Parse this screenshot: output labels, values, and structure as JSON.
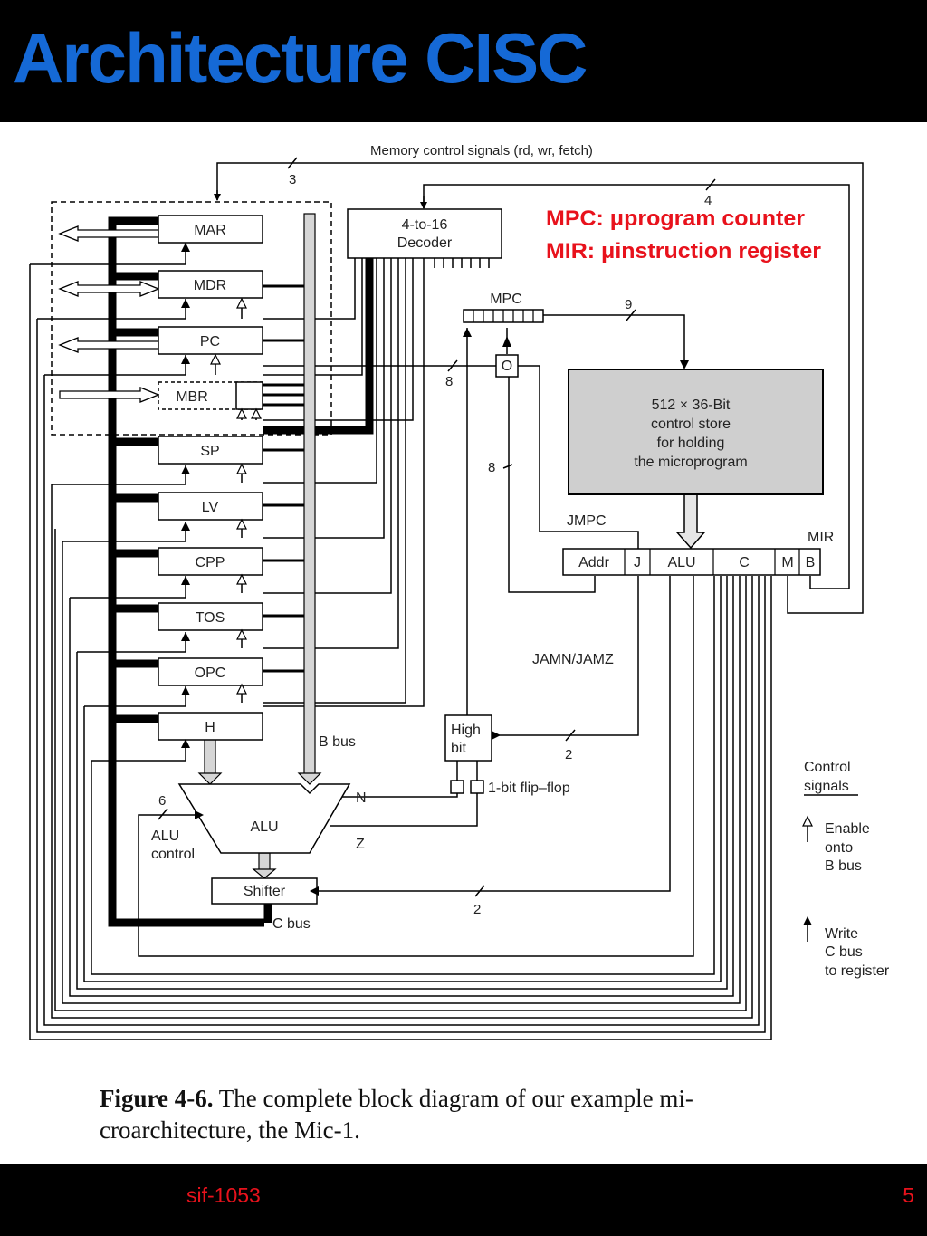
{
  "slide": {
    "title": "Architecture CISC",
    "footer_left": "sif-1053",
    "page_number": "5"
  },
  "annotation": {
    "mpc": "MPC: μprogram counter",
    "mir": "MIR: μinstruction register",
    "color": "#e8121c"
  },
  "caption": {
    "label": "Figure 4-6.",
    "text": "The complete block diagram of our example mi-croarchitecture, the Mic-1."
  },
  "diagram": {
    "memory_control": "Memory control signals (rd, wr, fetch)",
    "registers": [
      "MAR",
      "MDR",
      "PC",
      "MBR",
      "SP",
      "LV",
      "CPP",
      "TOS",
      "OPC",
      "H"
    ],
    "decoder": [
      "4-to-16",
      "Decoder"
    ],
    "mpc": "MPC",
    "or_gate": "O",
    "control_store": [
      "512 × 36-Bit",
      "control store",
      "for holding",
      "the microprogram"
    ],
    "jmpc": "JMPC",
    "mir": "MIR",
    "mir_fields": [
      "Addr",
      "J",
      "ALU",
      "C",
      "M",
      "B"
    ],
    "jamn_jamz": "JAMN/JAMZ",
    "high_bit": [
      "High",
      "bit"
    ],
    "flip_flop": "1-bit flip–flop",
    "b_bus": "B bus",
    "c_bus": "C bus",
    "alu": "ALU",
    "alu_control": [
      "ALU",
      "control"
    ],
    "shifter": "Shifter",
    "n": "N",
    "z": "Z",
    "bus_widths": {
      "mem": "3",
      "dec": "4",
      "mpc_cs": "9",
      "mbr_or": "8",
      "hb_or": "8",
      "alu_ctl": "6",
      "jam": "2",
      "shift": "2"
    },
    "legend": {
      "title": [
        "Control",
        "signals"
      ],
      "enable": [
        "Enable",
        "onto",
        "B bus"
      ],
      "write": [
        "Write",
        "C bus",
        "to register"
      ]
    }
  }
}
